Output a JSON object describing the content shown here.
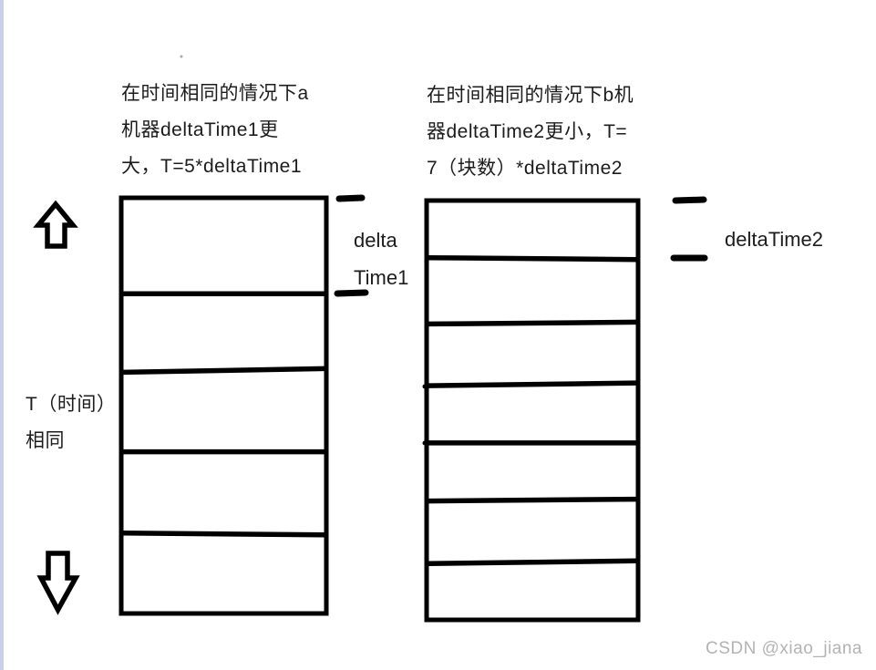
{
  "page": {
    "background_color": "#ffffff",
    "edge_stripe_color": "#c9d1e8",
    "ink_color": "#000000"
  },
  "annotations": {
    "machine_a_note": {
      "lines": [
        "在时间相同的情况下a",
        "机器deltaTime1更",
        "大，T=5*deltaTime1"
      ]
    },
    "machine_b_note": {
      "lines": [
        "在时间相同的情况下b机",
        "器deltaTime2更小，T=",
        "7（块数）*deltaTime2"
      ]
    },
    "time_label": {
      "lines": [
        "T（时间）",
        "相同"
      ]
    },
    "delta_time1_label": {
      "lines": [
        "delta",
        "Time1"
      ]
    },
    "delta_time2_label": "deltaTime2"
  },
  "diagram": {
    "machine_a": {
      "name": "a",
      "block_count": 5
    },
    "machine_b": {
      "name": "b",
      "block_count": 7
    }
  },
  "watermark": "CSDN @xiao_jiana"
}
